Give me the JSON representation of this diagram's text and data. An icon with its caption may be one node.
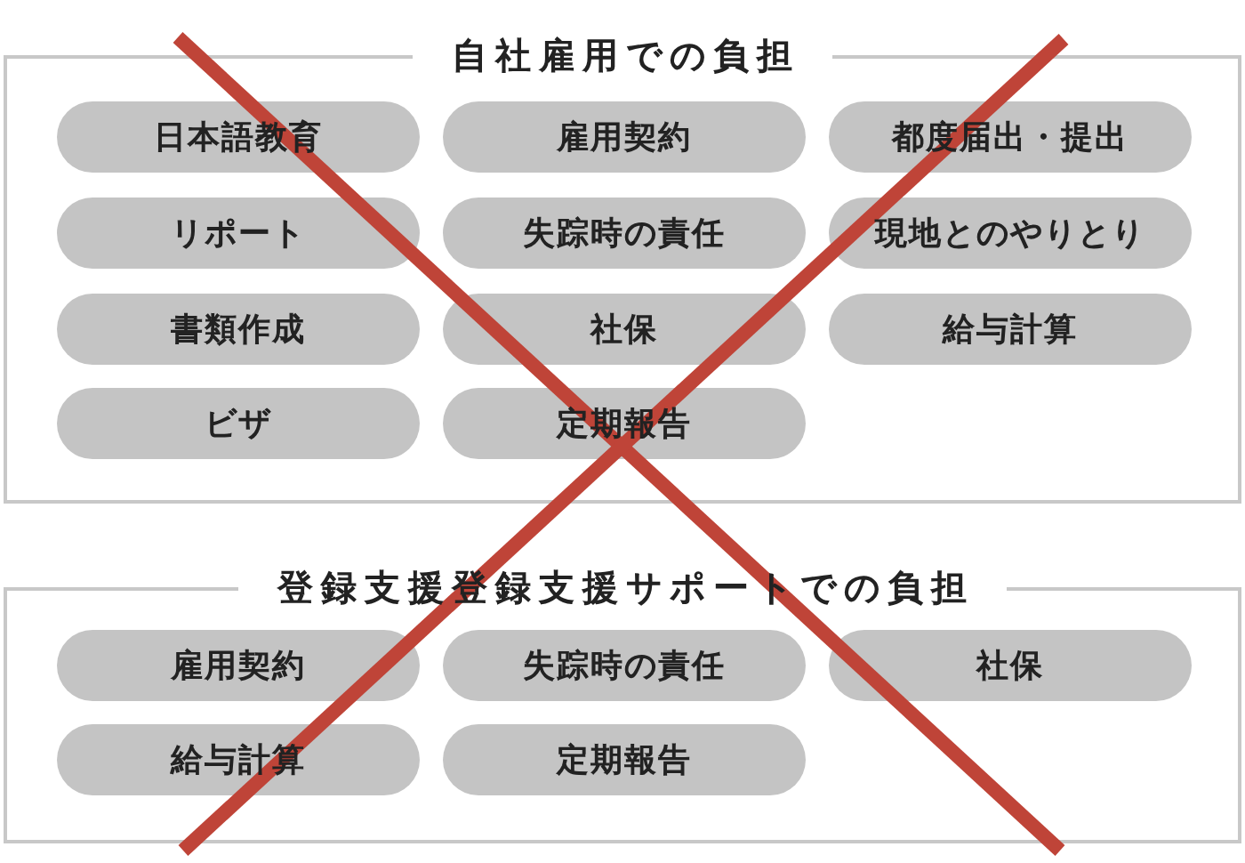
{
  "diagram": {
    "nodes": [
      {
        "text": [
          "自社雇用での負担"
        ]
      },
      {
        "text": [
          "日本語教育"
        ],
        "in": 0
      },
      {
        "text": [
          "雇用契約"
        ],
        "in": 0
      },
      {
        "text": [
          "都度届出・提出"
        ],
        "in": 0
      },
      {
        "text": [
          "リポート"
        ],
        "in": 0
      },
      {
        "text": [
          "失踪時の責任"
        ],
        "in": 0
      },
      {
        "text": [
          "現地とのやりとり"
        ],
        "in": 0
      },
      {
        "text": [
          "書類作成"
        ],
        "in": 0
      },
      {
        "text": [
          "社保"
        ],
        "in": 0
      },
      {
        "text": [
          "給与計算"
        ],
        "in": 0
      },
      {
        "text": [
          "ビザ"
        ],
        "in": 0
      },
      {
        "text": [
          "定期報告"
        ],
        "in": 0
      },
      {
        "text": [
          "登録支援登録支援サポートでの負担"
        ]
      },
      {
        "text": [
          "雇用契約"
        ],
        "in": 12
      },
      {
        "text": [
          "失踪時の責任"
        ],
        "in": 12
      },
      {
        "text": [
          "社保"
        ],
        "in": 12
      },
      {
        "text": [
          "給与計算"
        ],
        "in": 12
      },
      {
        "text": [
          "定期報告"
        ],
        "in": 12
      }
    ]
  }
}
